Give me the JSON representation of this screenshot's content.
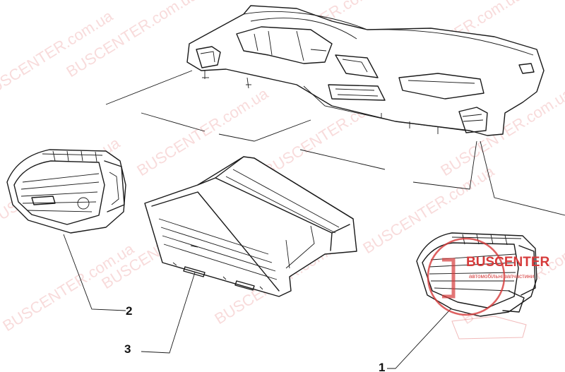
{
  "callouts": [
    {
      "id": "1",
      "text": "1"
    },
    {
      "id": "2",
      "text": "2"
    },
    {
      "id": "3",
      "text": "3"
    }
  ],
  "watermark": {
    "text": "BUSCENTER.com.ua",
    "color": "#e06060"
  },
  "logo": {
    "brand": "BUSCENTER",
    "tagline": "автомобільні запчастини",
    "color": "#d63a3a"
  }
}
